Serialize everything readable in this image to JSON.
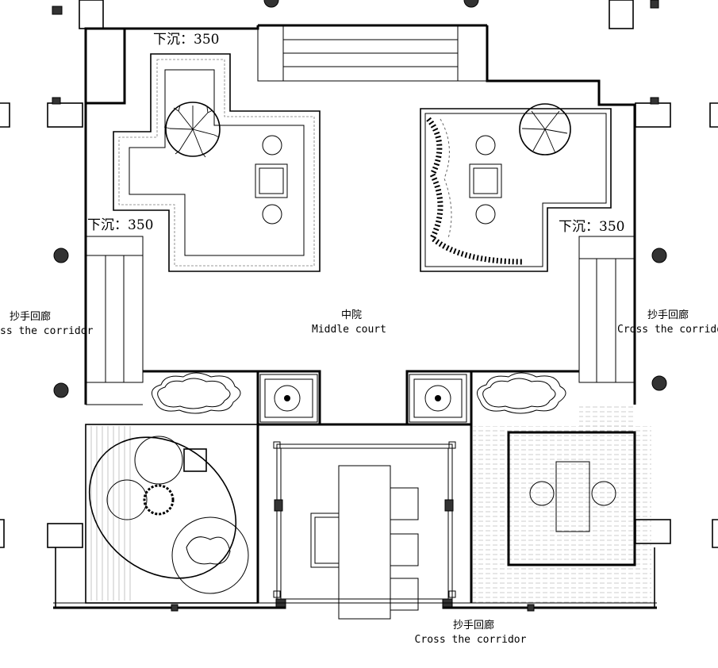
{
  "labels": {
    "sunken_top_left": "下沉：350",
    "sunken_mid_left": "下沉：350",
    "sunken_right": "下沉：350",
    "middle_court_cn": "中院",
    "middle_court_en": "Middle court",
    "corridor_left_cn": "抄手回廊",
    "corridor_left_en": "ss the corridor",
    "corridor_right_cn": "抄手回廊",
    "corridor_right_en": "Cross the corrido",
    "corridor_bottom_cn": "抄手回廊",
    "corridor_bottom_en": "Cross the corridor"
  }
}
